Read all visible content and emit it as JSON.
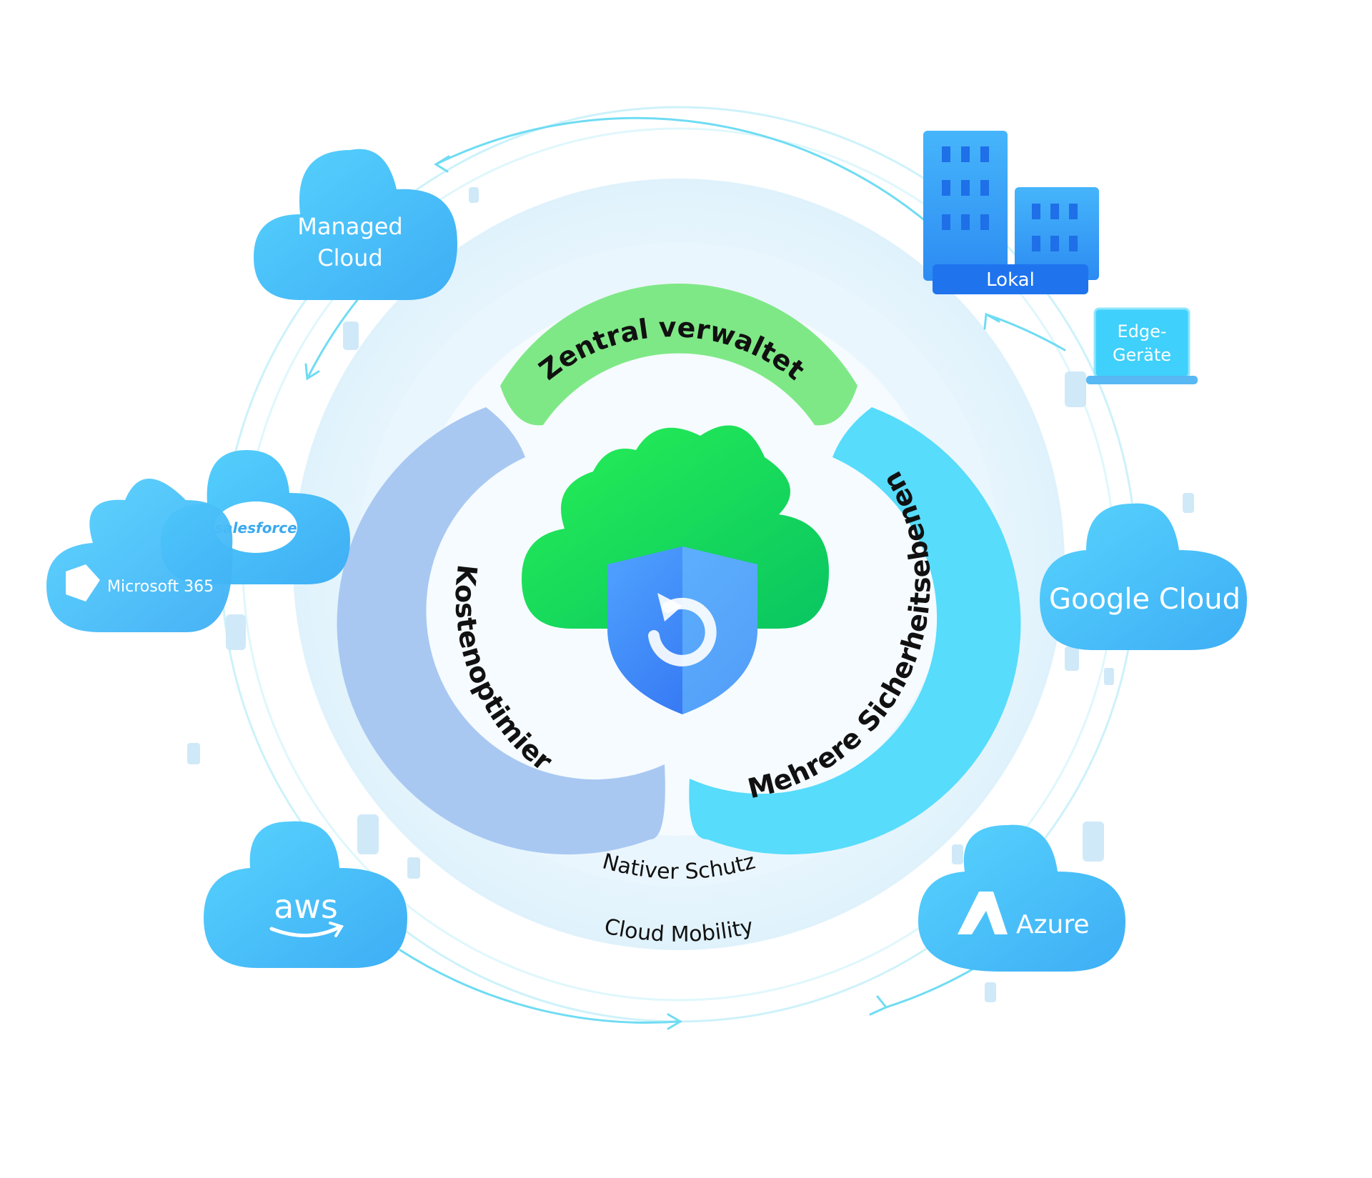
{
  "segments": {
    "top": "Zentral verwaltet",
    "left": "Kostenoptimiert",
    "right": "Mehrere Sicherheitsebenen"
  },
  "rings": {
    "inner": "Nativer Schutz",
    "outer": "Cloud Mobility"
  },
  "clouds": {
    "managed_line1": "Managed",
    "managed_line2": "Cloud",
    "salesforce": "salesforce",
    "microsoft": "Microsoft 365",
    "aws": "aws",
    "google": "Google Cloud",
    "azure": "Azure"
  },
  "onprem": {
    "building_label": "Lokal",
    "edge_line1": "Edge-",
    "edge_line2": "Geräte"
  },
  "colors": {
    "cloud_blue": "#4cc3fb",
    "green_band": "#7fe886",
    "lavender_band": "#a8c8f2",
    "cyan_band": "#57dcfb",
    "building_blue": "#1f8ef5",
    "arrow_cyan": "#6fdcf3"
  }
}
